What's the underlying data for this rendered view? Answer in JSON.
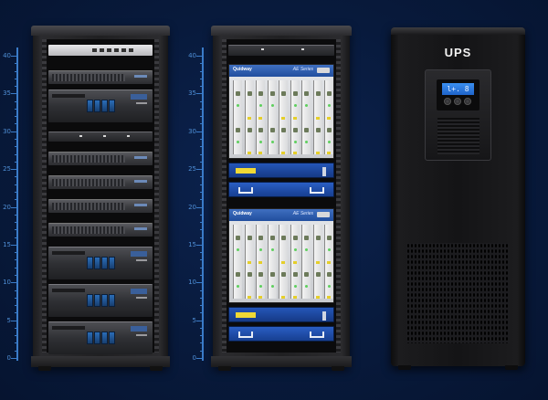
{
  "rulers": {
    "labels": [
      "40",
      "35",
      "30",
      "25",
      "20",
      "15",
      "10",
      "5",
      "0"
    ]
  },
  "cabinet_b": {
    "chassis_brand": "Quidway",
    "chassis_series": "AE Series"
  },
  "ups": {
    "title": "UPS",
    "display": "l+. 8"
  },
  "colors": {
    "background": "#081a3c",
    "ruler": "#3b7cc9",
    "chassis_header": "#2a5ec4",
    "ups_display": "#2f7ee0"
  },
  "icons": [
    "ru-ruler",
    "rack-cabinet",
    "server",
    "switch",
    "router-chassis",
    "fan-tray",
    "ups-unit"
  ]
}
